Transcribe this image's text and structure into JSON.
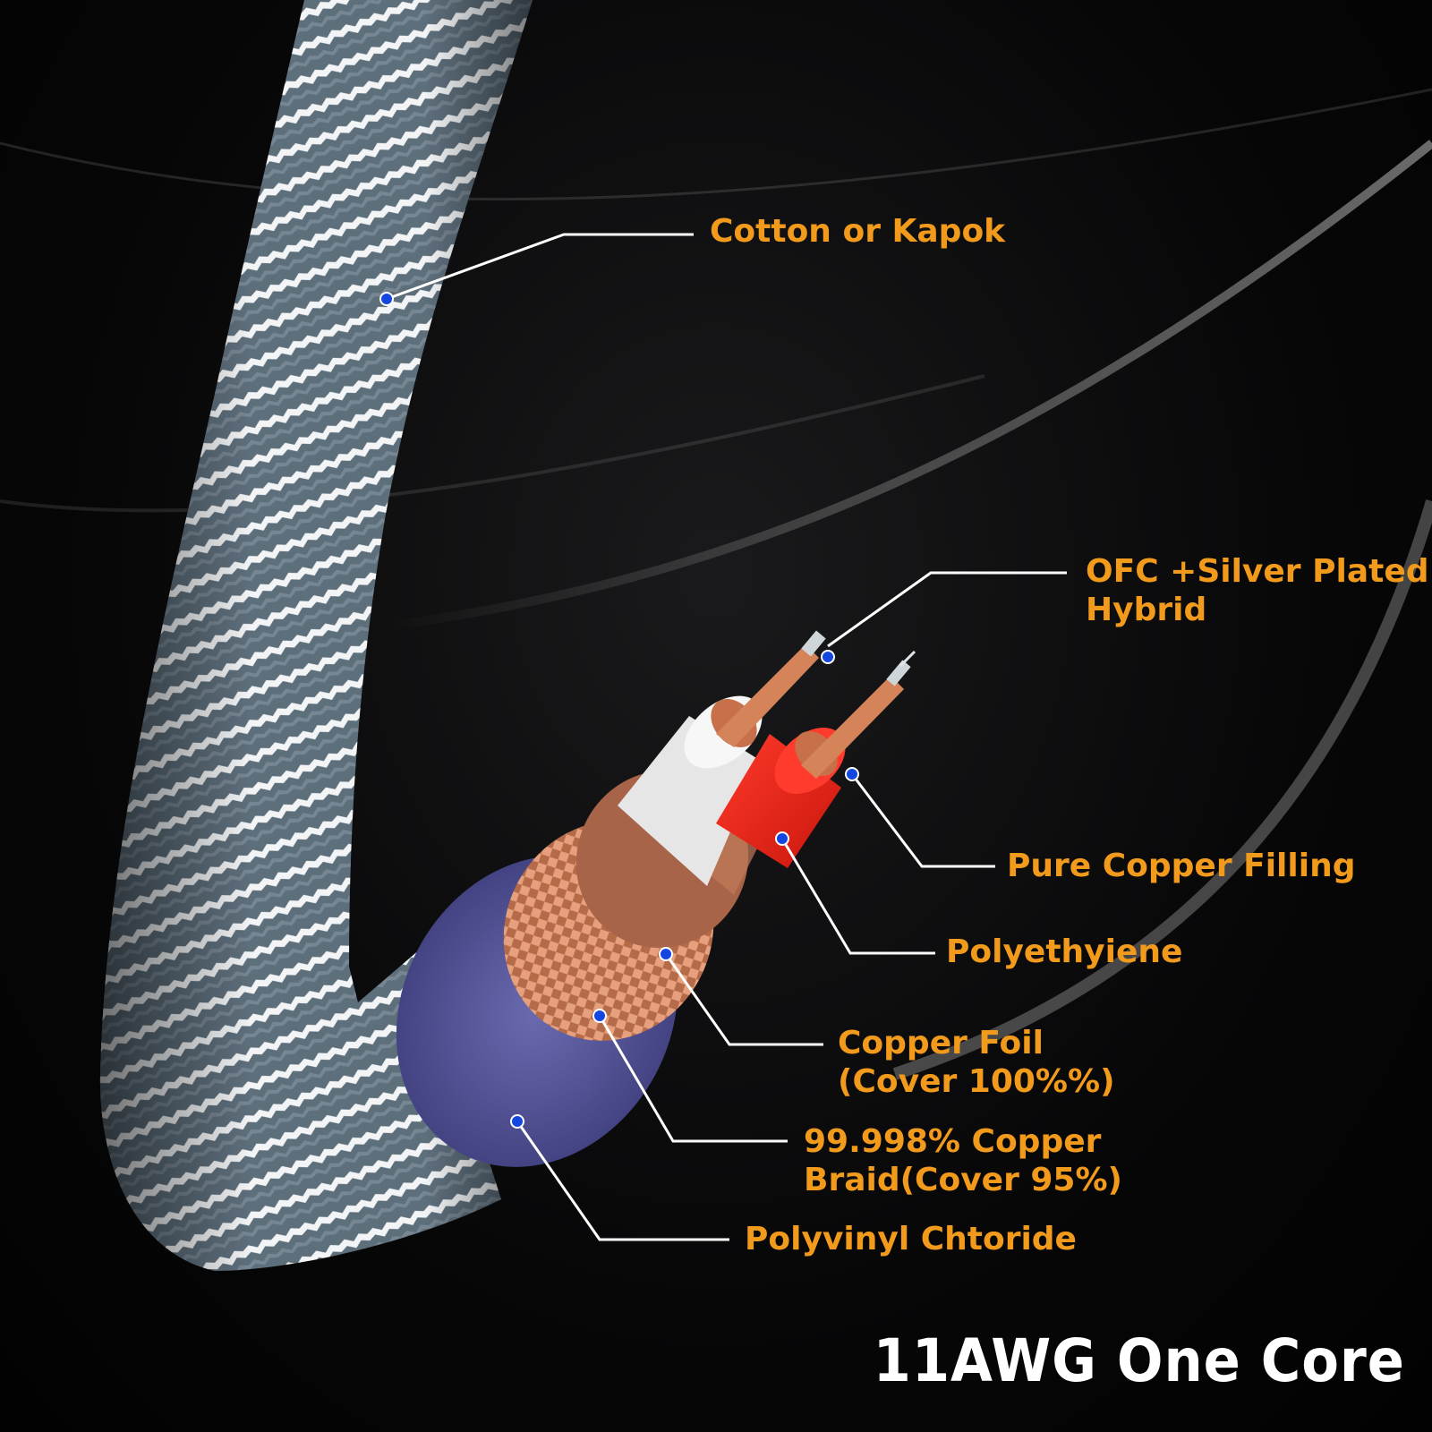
{
  "headline": "11AWG One Core",
  "labels": {
    "outer_sleeve": "Cotton or Kapok",
    "conductor": {
      "line1": "OFC +Silver Plated",
      "line2": "Hybrid"
    },
    "filling": "Pure Copper Filling",
    "insulation": "Polyethyiene",
    "copper_foil": {
      "line1": "Copper Foil",
      "line2": "(Cover 100%%)"
    },
    "copper_braid": {
      "line1": "99.998% Copper",
      "line2": "Braid(Cover 95%)"
    },
    "jacket": "Polyvinyl Chtoride"
  },
  "colors": {
    "label_text": "#f29a1c",
    "marker_dot": "#1446e0",
    "leader_line": "#ffffff",
    "background": "#050505",
    "sleeve_gray": "#5e6f7c",
    "sleeve_white": "#f2f4f6",
    "jacket_purple": "#5a5aa0",
    "copper": "#c8704a",
    "red_insulation": "#e8261c",
    "white_insulation": "#f4f4f4"
  }
}
